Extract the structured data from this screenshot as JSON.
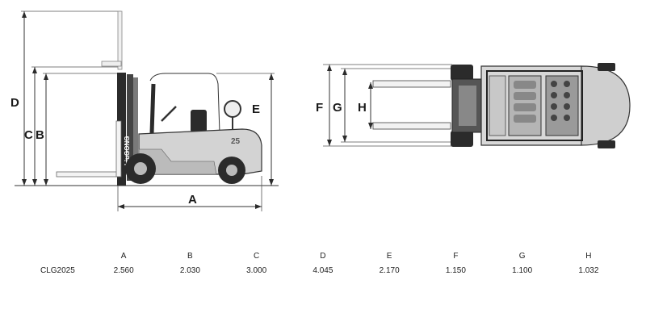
{
  "dimension_letters": {
    "A": "A",
    "B": "B",
    "C": "C",
    "D": "D",
    "E": "E",
    "F": "F",
    "G": "G",
    "H": "H"
  },
  "truck": {
    "brand_text": "LiuGONG",
    "model_badge": "25"
  },
  "spec_table": {
    "headers": [
      "",
      "A",
      "B",
      "C",
      "D",
      "E",
      "F",
      "G",
      "H"
    ],
    "rows": [
      {
        "model": "CLG2025",
        "values": [
          "2.560",
          "2.030",
          "3.000",
          "4.045",
          "2.170",
          "1.150",
          "1.100",
          "1.032"
        ]
      }
    ]
  },
  "colors": {
    "line": "#333333",
    "body": "#d3d3d3",
    "dark": "#2b2b2b"
  }
}
